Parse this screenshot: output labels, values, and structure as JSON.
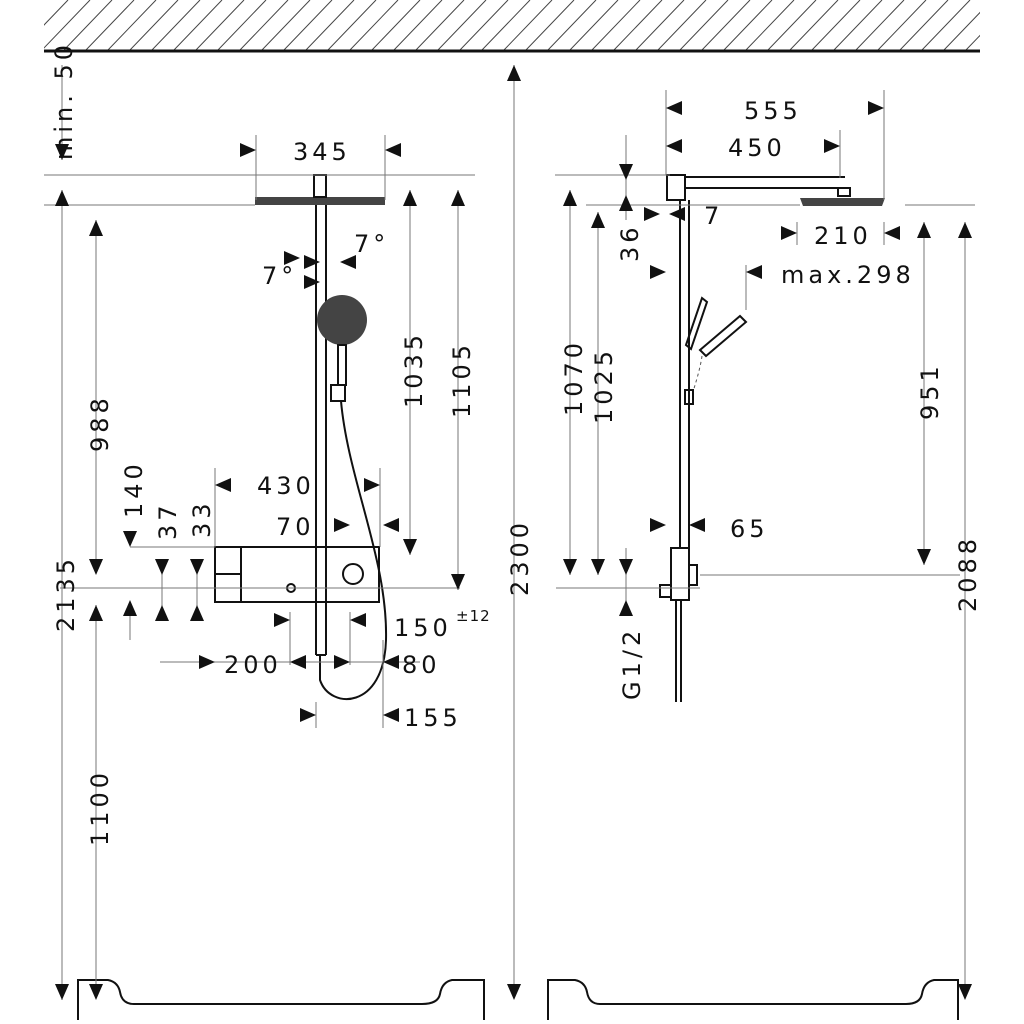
{
  "front_view": {
    "ceiling_clearance": "min. 50",
    "head_width": "345",
    "tilt_left": "7°",
    "tilt_right": "7°",
    "height_1035": "1035",
    "height_1105": "1105",
    "height_988": "988",
    "height_2135": "2135",
    "height_1100": "1100",
    "width_430": "430",
    "offset_70": "70",
    "offset_140": "140",
    "offset_37": "37",
    "offset_33": "33",
    "spacing_150": "150",
    "tolerance": "±12",
    "width_200": "200",
    "width_80": "80",
    "width_155": "155",
    "total_height": "2300"
  },
  "side_view": {
    "projection_555": "555",
    "projection_450": "450",
    "offset_36": "36",
    "offset_7": "7",
    "head_210": "210",
    "handshower_max": "max.298",
    "height_1070": "1070",
    "height_1025": "1025",
    "height_951": "951",
    "height_2088": "2088",
    "depth_65": "65",
    "connection": "G1/2"
  }
}
